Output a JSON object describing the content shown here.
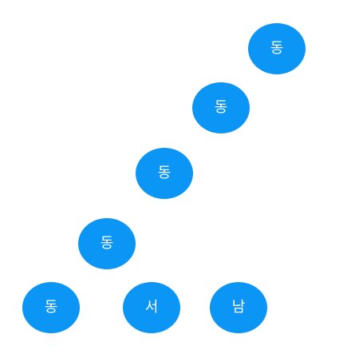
{
  "buttons": [
    {
      "label": "동"
    },
    {
      "label": "동"
    },
    {
      "label": "동"
    },
    {
      "label": "동"
    },
    {
      "label": "동"
    },
    {
      "label": "서"
    },
    {
      "label": "남"
    }
  ],
  "colors": {
    "bubble": "#0b95f4",
    "text": "#ffffff",
    "background": "#ffffff"
  }
}
